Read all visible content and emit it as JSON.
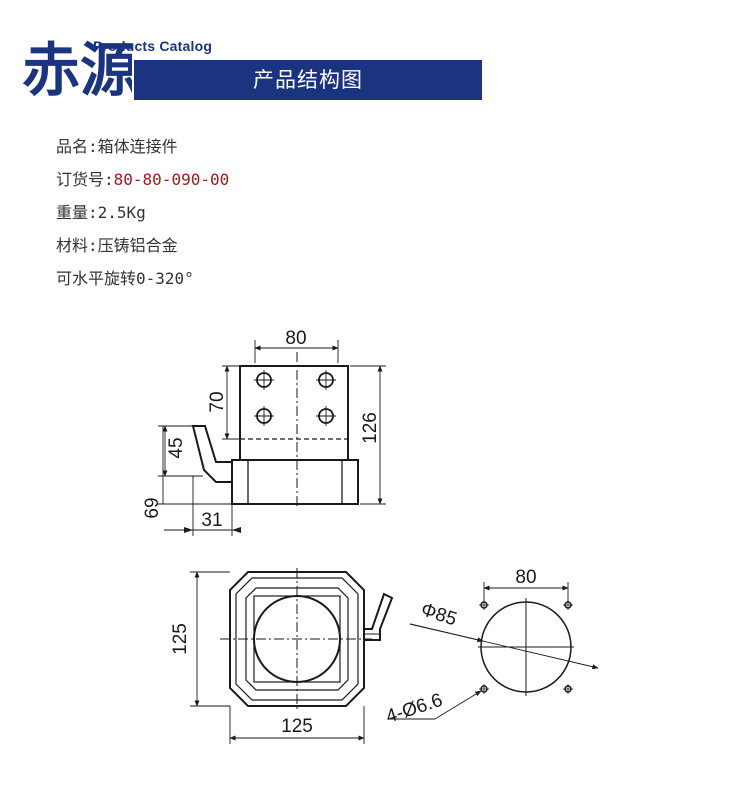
{
  "header": {
    "brand_cn": "赤源",
    "brand_en": "Products Catalog",
    "section_title": "产品结构图"
  },
  "specs": {
    "name_label": "品名:",
    "name_value": "箱体连接件",
    "order_label": "订货号:",
    "order_value": "80-80-090-00",
    "weight_label": "重量:",
    "weight_value": "2.5Kg",
    "material_label": "材料:",
    "material_value": "压铸铝合金",
    "rotation": "可水平旋转0-320°"
  },
  "dimensions": {
    "front_top_width": "80",
    "front_hole_spacing": "70",
    "front_total_height": "126",
    "front_handle_height": "45",
    "front_base_height": "69",
    "front_handle_offset": "31",
    "top_width": "125",
    "top_height": "125",
    "hole_spacing": "80",
    "circle_diameter": "Φ85",
    "hole_spec": "4-Ø6.6"
  },
  "colors": {
    "brand_blue": "#1b3480",
    "accent_red": "#a11a1a",
    "line": "#1a1a1a"
  }
}
